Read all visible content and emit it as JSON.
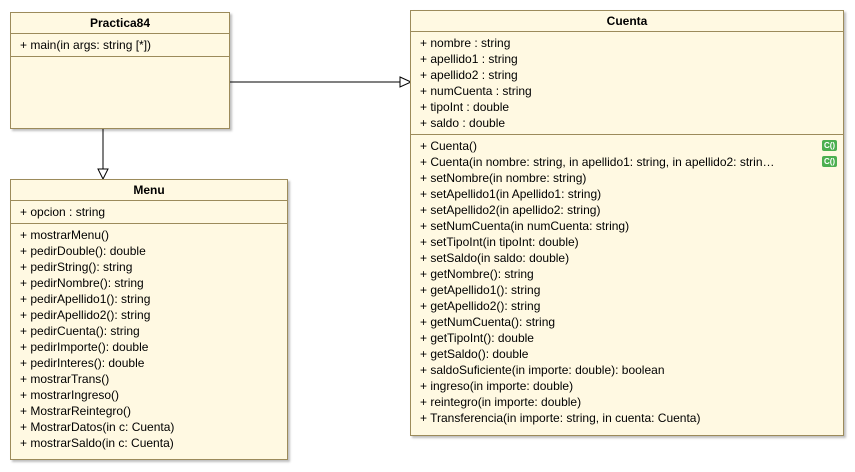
{
  "classes": {
    "practica84": {
      "name": "Practica84",
      "operations": [
        "+ main(in args: string [*])"
      ]
    },
    "cuenta": {
      "name": "Cuenta",
      "attributes": [
        "+ nombre : string",
        "+ apellido1 : string",
        "+ apellido2 : string",
        "+ numCuenta : string",
        "+ tipoInt : double",
        "+ saldo : double"
      ],
      "operations": [
        "+ Cuenta()",
        " + Cuenta(in nombre: string, in apellido1: string, in apellido2: strin…",
        "+ setNombre(in nombre: string)",
        "+ setApellido1(in Apellido1: string)",
        "+ setApellido2(in apellido2: string)",
        "+ setNumCuenta(in numCuenta: string)",
        "+ setTipoInt(in tipoInt: double)",
        "+ setSaldo(in saldo: double)",
        "+ getNombre(): string",
        "+ getApellido1(): string",
        "+ getApellido2(): string",
        "+ getNumCuenta(): string",
        "+ getTipoInt(): double",
        "+ getSaldo(): double",
        "+ saldoSuficiente(in importe: double): boolean",
        "+ ingreso(in importe: double)",
        "+ reintegro(in importe: double)",
        "+ Transferencia(in importe: string, in cuenta: Cuenta)"
      ],
      "constructor_badge": "C()"
    },
    "menu": {
      "name": "Menu",
      "attributes": [
        "+ opcion : string"
      ],
      "operations": [
        "+ mostrarMenu()",
        "+ pedirDouble(): double",
        "+ pedirString(): string",
        "+ pedirNombre(): string",
        "+ pedirApellido1(): string",
        "+ pedirApellido2(): string",
        "+ pedirCuenta(): string",
        "+ pedirImporte(): double",
        "+ pedirInteres(): double",
        "+ mostrarTrans()",
        "+ mostrarIngreso()",
        "+ MostrarReintegro()",
        "+ MostrarDatos(in c: Cuenta)",
        "+ mostrarSaldo(in c: Cuenta)"
      ]
    }
  },
  "colors": {
    "fill": "#fff9e2",
    "border": "#9c8b5b",
    "badge": "#4caf50"
  }
}
